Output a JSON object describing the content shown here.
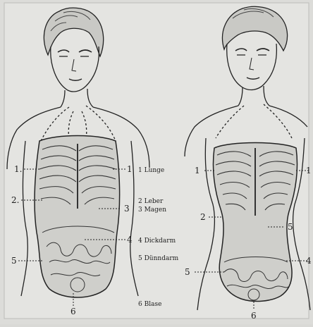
{
  "illustration": {
    "left_figure": {
      "numbers": [
        "1.",
        "1",
        "2.",
        "3",
        "4",
        "5",
        "6"
      ]
    },
    "legend": [
      {
        "id": "1",
        "text": "1 Lunge"
      },
      {
        "id": "2",
        "text": "2 Leber"
      },
      {
        "id": "3",
        "text": "3 Magen"
      },
      {
        "id": "4",
        "text": "4 Dickdarm"
      },
      {
        "id": "5",
        "text": "5 Dünndarm"
      },
      {
        "id": "6",
        "text": "6 Blase"
      }
    ],
    "right_figure": {
      "numbers": [
        "1",
        "1",
        "2",
        "5",
        "5",
        "4",
        "6"
      ]
    }
  }
}
